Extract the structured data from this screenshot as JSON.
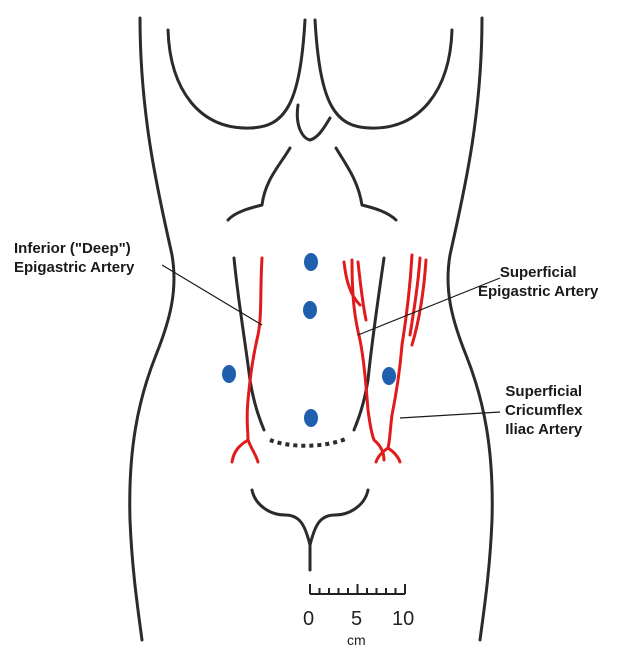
{
  "labels": {
    "inferior_artery": [
      "Inferior (\"Deep\")",
      "Epigastric Artery"
    ],
    "superficial_epigastric": [
      "Superficial",
      "Epigastric Artery"
    ],
    "superficial_circumflex": [
      "Superficial",
      "Cricumflex",
      "Iliac Artery"
    ]
  },
  "scale": {
    "ticks": [
      "0",
      "5",
      "10"
    ],
    "unit": "cm"
  },
  "colors": {
    "outline": "#2b2b2b",
    "artery": "#e01b1b",
    "marker": "#1f5fae"
  }
}
